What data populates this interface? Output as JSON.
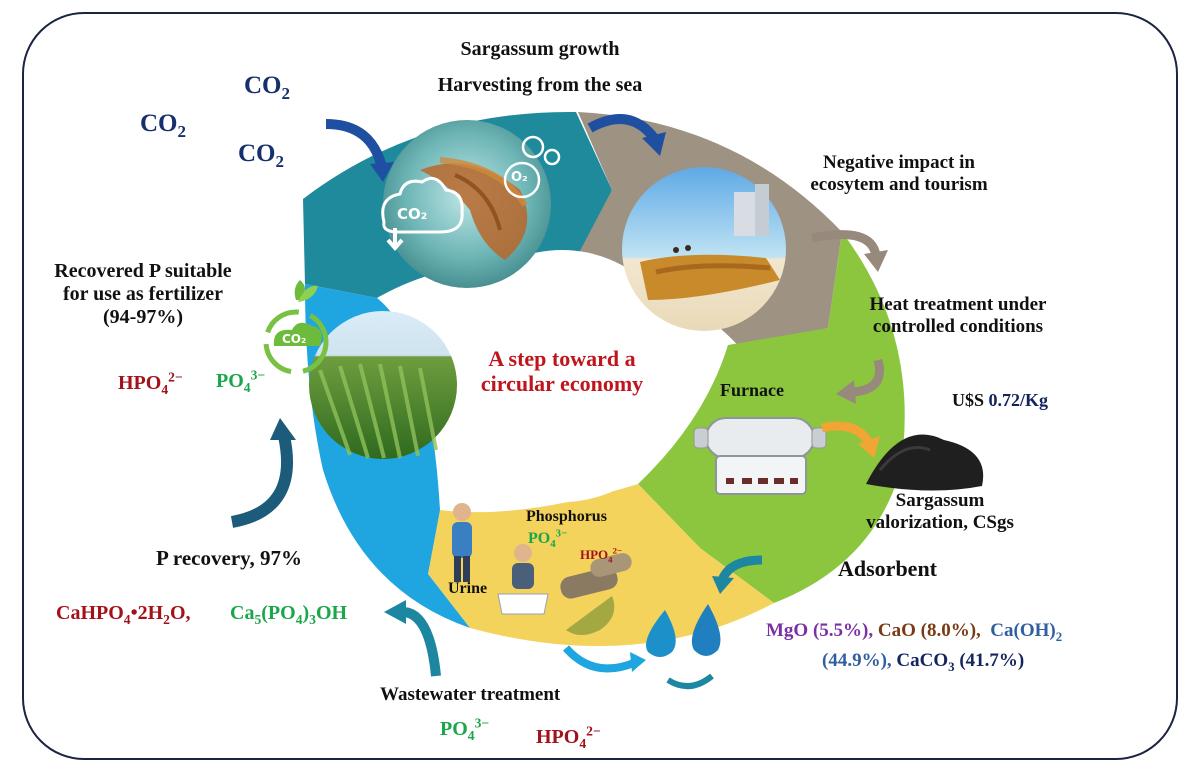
{
  "center": {
    "line1": "A step toward a",
    "line2": "circular economy"
  },
  "top": {
    "line1": "Sargassum growth",
    "line2": "Harvesting from the sea"
  },
  "co2": {
    "label": "CO",
    "sub": "2"
  },
  "negative_impact": {
    "line1": "Negative impact in",
    "line2": "ecosytem and tourism"
  },
  "heat_treatment": {
    "line1": "Heat treatment under",
    "line2": "controlled conditions"
  },
  "furnace_label": "Furnace",
  "price": {
    "prefix": "U$S",
    "value": "0.72/Kg"
  },
  "valorization": {
    "line1": "Sargassum",
    "line2": "valorization, CSgs"
  },
  "adsorbent_label": "Adsorbent",
  "composition": {
    "mgo": "MgO (5.5%),",
    "cao": "CaO (8.0%),",
    "caoh_prefix": "Ca(OH)",
    "caoh_sub": "2",
    "caoh_pct": "(44.9%),",
    "caco_prefix": "CaCO",
    "caco_sub": "3",
    "caco_pct": "(41.7%)"
  },
  "wastewater_label": "Wastewater treatment",
  "phosphorus_label": "Phosphorus",
  "urine_label": "Urine",
  "recovery_label": "P recovery, 97%",
  "recovered_p": {
    "line1": "Recovered P suitable",
    "line2": "for use as fertilizer",
    "line3": "(94-97%)"
  },
  "formulas": {
    "po4_base": "PO",
    "po4_sub": "4",
    "po4_sup": "3−",
    "hpo4_base": "HPO",
    "hpo4_sub": "4",
    "hpo4_sup": "2−",
    "brushite_a": "CaHPO",
    "brushite_sub1": "4",
    "brushite_b": "•2H",
    "brushite_sub2": "2",
    "brushite_c": "O,",
    "hap_a": "Ca",
    "hap_sub1": "5",
    "hap_b": "(PO",
    "hap_sub2": "4",
    "hap_c": ")",
    "hap_sub3": "3",
    "hap_d": "OH"
  },
  "icons": {
    "co2_cloud": "CO₂",
    "o2_bubble": "O₂"
  },
  "colors": {
    "teal_segment": "#1f8a9c",
    "taupe_segment": "#9e9283",
    "green_segment": "#8cc63e",
    "yellow_segment": "#f4d35c",
    "blue_segment": "#1fa6e0",
    "arrow_blue": "#1f4fa0",
    "arrow_taupe": "#978a7c",
    "arrow_orange": "#f0a535",
    "arrow_teal": "#1d86a0"
  }
}
